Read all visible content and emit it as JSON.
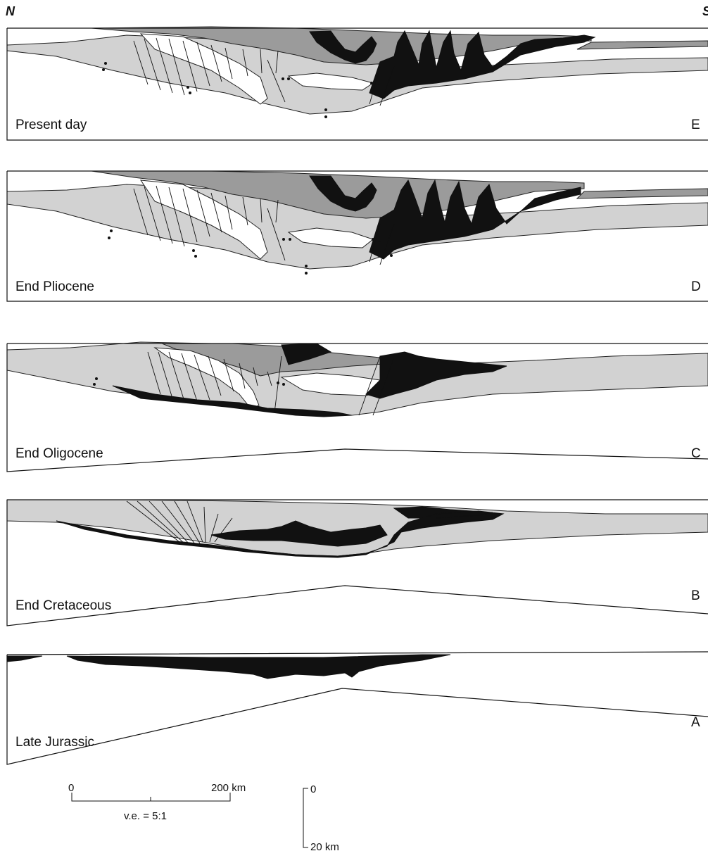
{
  "orientation": {
    "north": "N",
    "south": "S"
  },
  "panels": [
    {
      "id": "E",
      "label": "Present day",
      "letter": "E"
    },
    {
      "id": "D",
      "label": "End Pliocene",
      "letter": "D"
    },
    {
      "id": "C",
      "label": "End Oligocene",
      "letter": "C"
    },
    {
      "id": "B",
      "label": "End Cretaceous",
      "letter": "B"
    },
    {
      "id": "A",
      "label": "Late Jurassic",
      "letter": "A"
    }
  ],
  "horizontal_scale": {
    "start": "0",
    "end": "200 km",
    "vertical_exaggeration": "v.e. = 5:1"
  },
  "vertical_scale": {
    "top": "0",
    "bottom": "20 km"
  },
  "colors": {
    "light_fill": "#d2d2d2",
    "mid_fill": "#9b9b9b",
    "dark_fill": "#111111",
    "outline": "#222222"
  }
}
